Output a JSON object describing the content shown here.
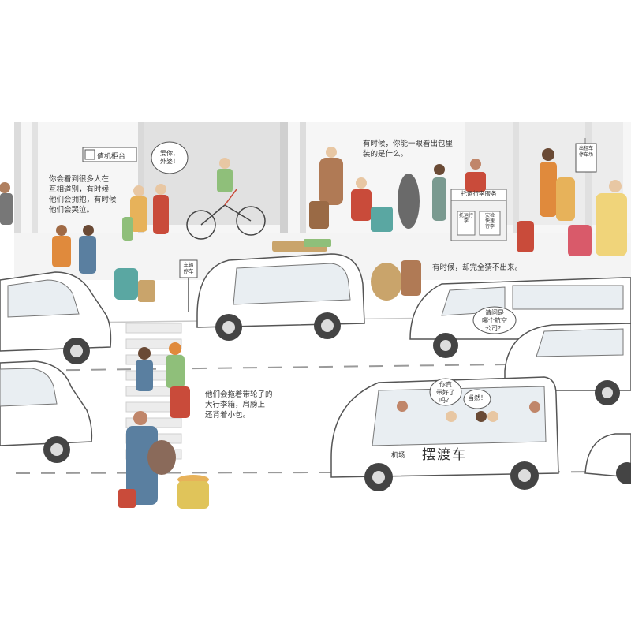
{
  "captions": {
    "goodbye": "你会看到很多人在\n互相道别，有时候\n他们会拥抱，有时候\n他们会哭泣。",
    "luggage_guess": "有时候，你能一眼看出包里\n装的是什么。",
    "cant_guess": "有时候，却完全猜不出来。",
    "rolling_bags": "他们会拖着带轮子的\n大行李箱，肩膀上\n还背着小包。"
  },
  "bubbles": {
    "love_grandma": "爱你，\n外婆！",
    "bring_snacks": "你真\n带好了\n吗？",
    "of_course": "当然！",
    "which_airline": "请问是\n哪个航空\n公司？"
  },
  "signs": {
    "checkin_counter": "值机柜台",
    "baggage_service": "托运行李服务",
    "car_stop": "车辆\n停车",
    "baggage_desk": "托运行李",
    "security": "安检\n快速\n行李",
    "right_sign": "出租车\n停车场"
  },
  "shuttle": {
    "small": "机场",
    "big": "摆渡车"
  },
  "colors": {
    "ink": "#3a3a3a",
    "terminal_gray": "#d9d9d9",
    "road_line": "#9a9a9a",
    "red_accent": "#c94b3a",
    "orange_accent": "#e08a3c",
    "teal_accent": "#5aa7a2",
    "tan_accent": "#c9a46b"
  }
}
